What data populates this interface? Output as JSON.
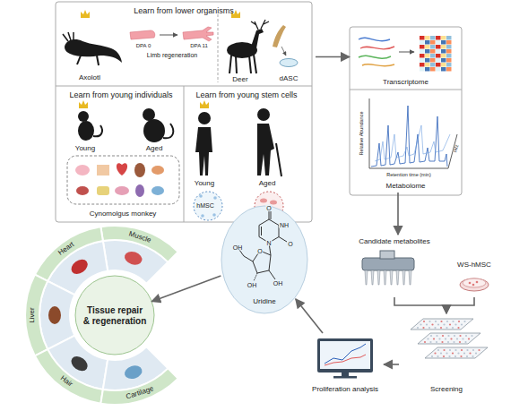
{
  "diagram": {
    "nodes": [
      {
        "text": [
          "Learn from lower organisms"
        ]
      },
      {
        "text": [
          "Learn from young individuals"
        ]
      },
      {
        "text": [
          "Learn from young stem cells"
        ]
      },
      {
        "text": [
          "hMSC"
        ],
        "in": 2
      },
      {
        "text": [
          "Transcriptome"
        ]
      },
      {
        "text": [
          "Metabolome"
        ]
      },
      {
        "text": [
          "Candidate metabolites"
        ]
      },
      {
        "text": [
          "WS-hMSC"
        ]
      },
      {
        "text": [
          "Screening"
        ]
      },
      {
        "text": [
          "Proliferation analysis"
        ]
      },
      {
        "text": [
          "Uridine"
        ]
      },
      {
        "text": [
          "Tissue repair & regeneration"
        ]
      }
    ],
    "edges": [
      {
        "from": 0,
        "to": 4,
        "arrow": "to"
      },
      {
        "from": 5,
        "to": 6,
        "arrow": "to"
      },
      {
        "from": 6,
        "to": 8,
        "arrow": "to"
      },
      {
        "from": 7,
        "to": 8,
        "arrow": "to"
      },
      {
        "from": 8,
        "to": 9,
        "arrow": "to"
      },
      {
        "from": 9,
        "to": 10,
        "arrow": "to"
      },
      {
        "from": 10,
        "to": 11,
        "arrow": "to"
      }
    ],
    "labels": [
      "Axolotl",
      "DPA 0",
      "DPA 11",
      "Limb regeneration",
      "Deer",
      "dASC",
      "Young",
      "Aged",
      "Cynomolgus monkey",
      "Young",
      "Aged",
      "Relative Abundance",
      "Retention time (min)",
      "m/z",
      "O",
      "NH",
      "O",
      "N",
      "O",
      "OH",
      "OH",
      "OH",
      "Muscle",
      "Heart",
      "Liver",
      "Hair",
      "Cartilage"
    ]
  }
}
